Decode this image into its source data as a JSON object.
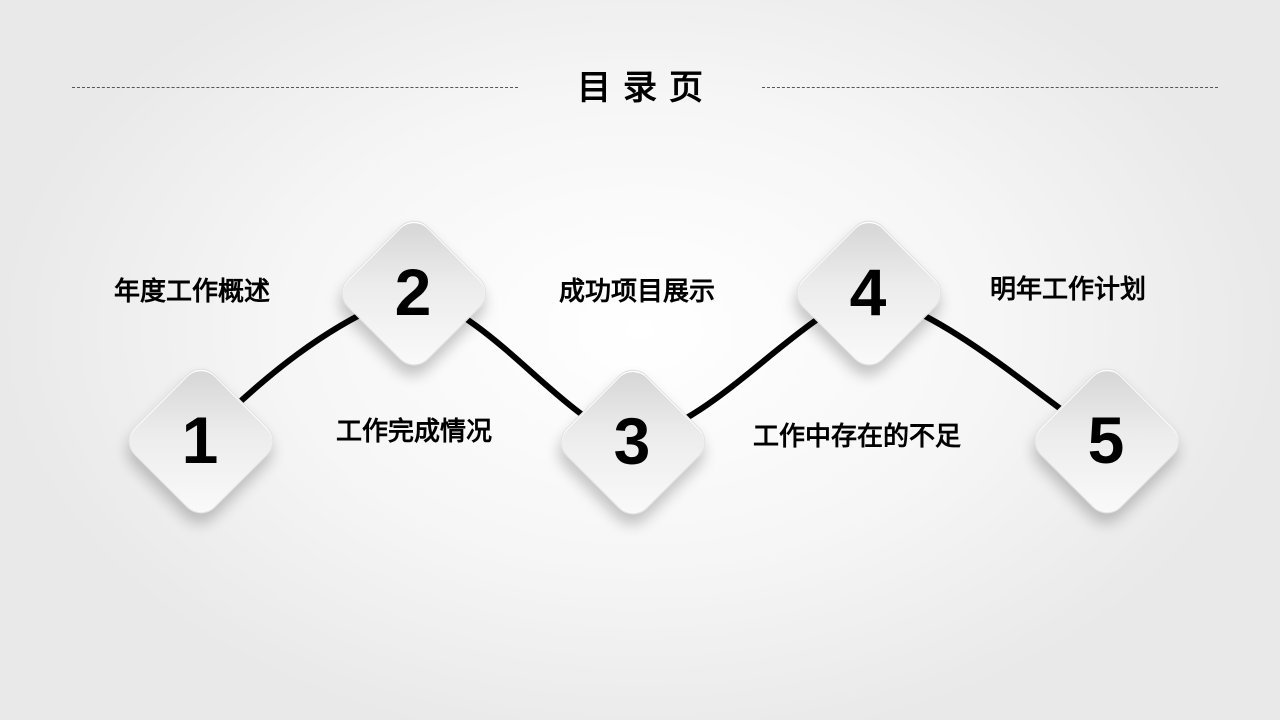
{
  "title": "目录页",
  "items": [
    {
      "number": "1",
      "label": "年度工作概述"
    },
    {
      "number": "2",
      "label": "工作完成情况"
    },
    {
      "number": "3",
      "label": "成功项目展示"
    },
    {
      "number": "4",
      "label": "工作中存在的不足"
    },
    {
      "number": "5",
      "label": "明年工作计划"
    }
  ]
}
